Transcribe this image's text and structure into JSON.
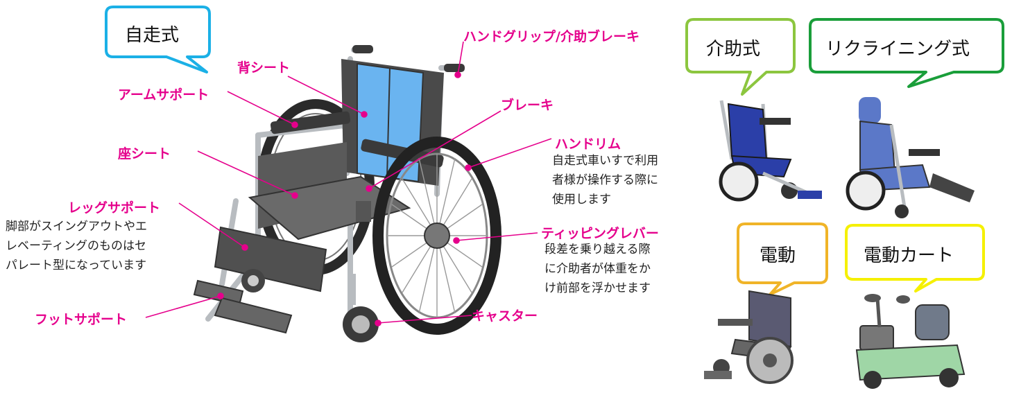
{
  "main_type": {
    "title": "自走式",
    "color": "#1bb0e6"
  },
  "types": [
    {
      "title": "介助式",
      "color": "#8cc63f"
    },
    {
      "title": "リクライニング式",
      "color": "#1a9e3a"
    },
    {
      "title": "電動",
      "color": "#f0b428"
    },
    {
      "title": "電動カート",
      "color": "#f5f000"
    }
  ],
  "parts": {
    "handgrip": "ハンドグリップ/介助ブレーキ",
    "back_seat": "背シート",
    "arm_support": "アームサポート",
    "brake": "ブレーキ",
    "seat": "座シート",
    "handrim": "ハンドリム",
    "leg_support": "レッグサポート",
    "tipping_lever": "ティッピングレバー",
    "foot_support": "フットサポート",
    "caster": "キャスター"
  },
  "descriptions": {
    "handrim": [
      "自走式車いすで利用",
      "者様が操作する際に",
      "使用します"
    ],
    "leg_support": [
      "脚部がスイングアウトやエ",
      "レベーティングのものはセ",
      "パレート型になっています"
    ],
    "tipping_lever": [
      "段差を乗り越える際",
      "に介助者が体重をか",
      "け前部を浮かせます"
    ]
  },
  "colors": {
    "label": "#e5008c",
    "leader": "#e5008c",
    "back_panel": "#6ab4f0",
    "frame": "#b8bcc0"
  }
}
